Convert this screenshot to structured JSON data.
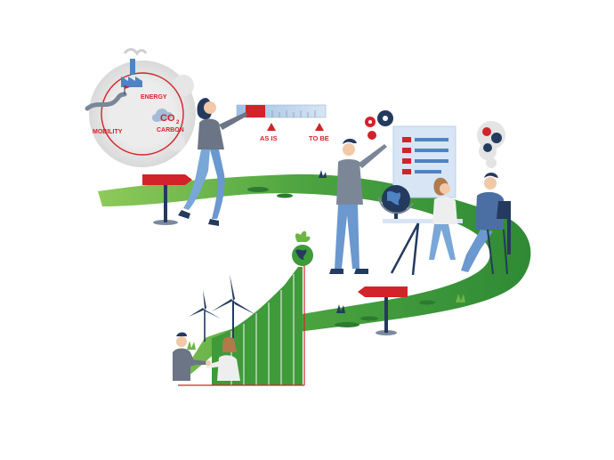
{
  "illustration": {
    "labels": {
      "energy": "ENERGY",
      "co2": "CO",
      "co2_sub": "2",
      "carbon": "CARBON",
      "mobility": "MOBILITY",
      "as_is": "AS IS",
      "to_be": "TO BE"
    },
    "colors": {
      "accent_red": "#d2232a",
      "grass_green": "#3f9a3a",
      "grass_light": "#6cb545",
      "navy": "#243a5e",
      "blue": "#4f83c2",
      "light_blue": "#b9d0ea",
      "gray_blue": "#7b8797",
      "skin": "#f1c9a8"
    },
    "icons": [
      "factory-icon",
      "cloud-icon",
      "gear-icon",
      "checklist-icon",
      "globe-icon",
      "wind-turbine-icon",
      "signpost-icon"
    ]
  }
}
